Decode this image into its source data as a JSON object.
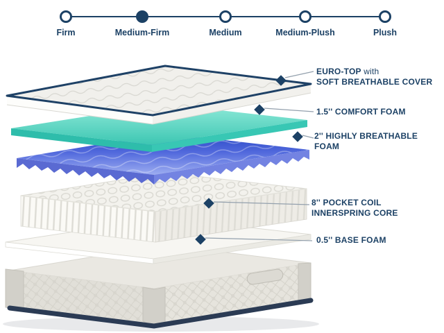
{
  "firmness_scale": {
    "options": [
      {
        "label": "Firm",
        "selected": false
      },
      {
        "label": "Medium-Firm",
        "selected": true
      },
      {
        "label": "Medium",
        "selected": false
      },
      {
        "label": "Medium-Plush",
        "selected": false
      },
      {
        "label": "Plush",
        "selected": false
      }
    ]
  },
  "layer_labels": [
    {
      "line1_bold": "EURO-TOP",
      "line1_rest": " with",
      "line2": "SOFT BREATHABLE COVER"
    },
    {
      "line1_bold": "1.5'' COMFORT FOAM",
      "line1_rest": "",
      "line2": ""
    },
    {
      "line1_bold": "2'' HIGHLY BREATHABLE",
      "line1_rest": "",
      "line2": "FOAM"
    },
    {
      "line1_bold": "8'' POCKET COIL",
      "line1_rest": "",
      "line2": "INNERSPRING CORE"
    },
    {
      "line1_bold": "0.5'' BASE FOAM",
      "line1_rest": "",
      "line2": ""
    }
  ],
  "colors": {
    "navy": "#1c4165",
    "teal": "#45cdb9",
    "blue": "#4a63d9",
    "marker": "#1c4165"
  }
}
